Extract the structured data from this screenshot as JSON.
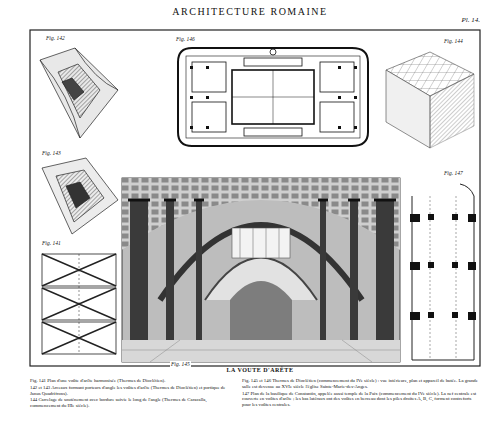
{
  "diagram": {
    "title": "ARCHITECTURE ROMAINE",
    "caption": "LA VOUTE D'ARÊTE",
    "labels": [
      "Pl. 14.",
      "Fig. 142",
      "Fig. 146",
      "Fig. 144",
      "Fig. 143",
      "Fig. 141",
      "Fig. 145",
      "Fig. 147",
      "Fig. 141 Plan d'une voûte d'arête harmonisée (Thermes de Dioclétien).",
      "142 et 143 Arceaux formant porteurs d'angle les voûtes d'arête (Thermes de Dioclétien) et portique de Janus Quadrifrons).",
      "144 Carrelage de soutènement avec bordure suivie le long de l'angle (Thermes de Caracalla, commencement du IIIe siècle).",
      "Fig. 145 et 146 Thermes de Dioclétien (commencement du IVe siècle) : vue intérieure, plan et appareil de butée. La grande salle est devenue au XVIe siècle l'église Sainte-Marie-des-Anges.",
      "147 Plan de la basilique de Constantin, appelée aussi temple de la Paix (commencement du IVe siècle). La nef centrale est couverte en voûtes d'arête ; les bas latéraux ont des voûtes en berceau dont les piles droites A, B, C, forment contreforts pour les voûtes centrales."
    ]
  }
}
